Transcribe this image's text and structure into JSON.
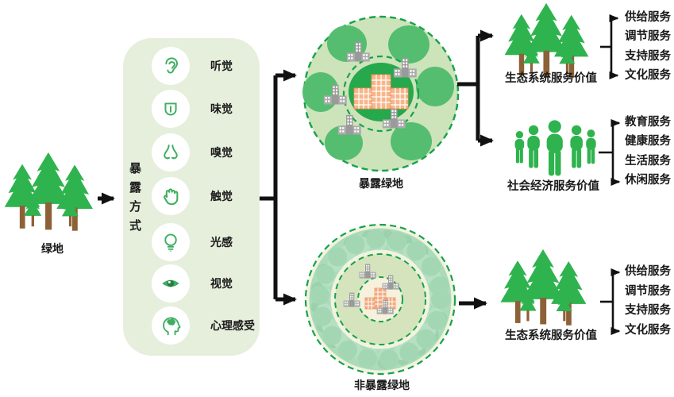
{
  "source": {
    "label": "绿地"
  },
  "exposure": {
    "vertical_label": "暴露方式",
    "methods": [
      {
        "label": "听觉",
        "icon": "ear-icon"
      },
      {
        "label": "味觉",
        "icon": "tongue-icon"
      },
      {
        "label": "嗅觉",
        "icon": "nose-icon"
      },
      {
        "label": "触觉",
        "icon": "hand-icon"
      },
      {
        "label": "光感",
        "icon": "bulb-icon"
      },
      {
        "label": "视觉",
        "icon": "eye-icon"
      },
      {
        "label": "心理感受",
        "icon": "brain-icon"
      }
    ]
  },
  "exposed_circle": {
    "label": "暴露绿地"
  },
  "unexposed_circle": {
    "label": "非暴露绿地"
  },
  "outcomes": {
    "ecosystem_top": {
      "label": "生态系统服务价值",
      "services": [
        "供给服务",
        "调节服务",
        "支持服务",
        "文化服务"
      ]
    },
    "socioeconomic": {
      "label": "社会经济服务价值",
      "services": [
        "教育服务",
        "健康服务",
        "生活服务",
        "休闲服务"
      ]
    },
    "ecosystem_bottom": {
      "label": "生态系统服务价值",
      "services": [
        "供给服务",
        "调节服务",
        "支持服务",
        "文化服务"
      ]
    }
  },
  "colors": {
    "tree_green": "#2fb34e",
    "trunk_brown": "#8d6137",
    "box_bg": "#e6efdc",
    "icon_green": "#3fae62",
    "exposed_fill": "#cde3ba",
    "blob_green": "#55bd70",
    "center_green": "#26a84c",
    "dashed_green": "#17a24b",
    "building_orange": "#f7b68a",
    "building_outline": "#e98a52",
    "factory_gray": "#9a9a9a",
    "ring_green": "#a3d7b3",
    "cream": "#f2f3df",
    "inner_sage": "#d6e4bd",
    "people_green": "#2fb34e",
    "arrow_black": "#111111"
  }
}
